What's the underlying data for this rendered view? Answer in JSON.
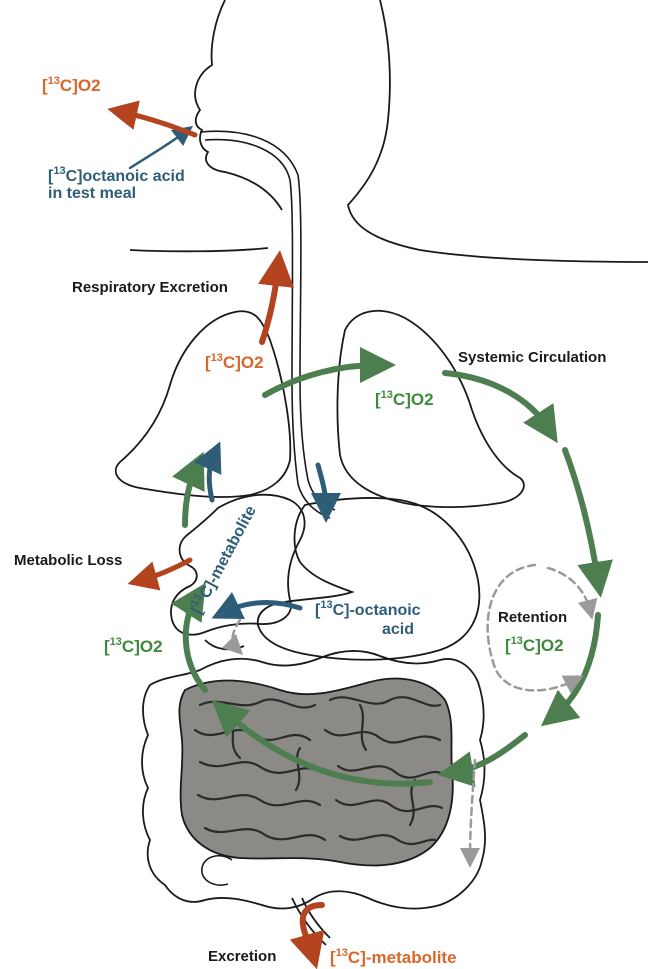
{
  "colors": {
    "orange": "#d8672b",
    "rust_arrow": "#b4431f",
    "blue": "#2e5d78",
    "green": "#4d7e4f",
    "green_text": "#3f8a3c",
    "gray_dashed": "#9a9a9a",
    "intestine_fill": "#8c8a86",
    "outline": "#1a1a1a"
  },
  "labels": {
    "co2_mouth": {
      "pre": "[",
      "sup": "13",
      "post": "C]O2"
    },
    "meal_line1": {
      "pre": "[",
      "sup": "13",
      "post": "C]octanoic acid"
    },
    "meal_line2": "in test meal",
    "respiratory_excretion": "Respiratory Excretion",
    "co2_lung": {
      "pre": "[",
      "sup": "13",
      "post": "C]O2"
    },
    "systemic_circulation": "Systemic Circulation",
    "co2_circulation": {
      "pre": "[",
      "sup": "13",
      "post": "C]O2"
    },
    "metabolite_liver": {
      "pre": "[",
      "sup": "13",
      "post": "C]-metabolite"
    },
    "metabolic_loss": "Metabolic Loss",
    "co2_liver": {
      "pre": "[",
      "sup": "13",
      "post": "C]O2"
    },
    "octanoic_line1": {
      "pre": "[",
      "sup": "13",
      "post": "C]-octanoic"
    },
    "octanoic_line2": "acid",
    "retention": "Retention",
    "co2_retention": {
      "pre": "[",
      "sup": "13",
      "post": "C]O2"
    },
    "excretion": "Excretion",
    "metabolite_excretion": {
      "pre": "[",
      "sup": "13",
      "post": "C]-metabolite"
    }
  },
  "icons": {
    "body_outline": "human-torso-outline",
    "organs": [
      "lungs",
      "liver",
      "stomach",
      "large-intestine",
      "small-intestine"
    ]
  }
}
